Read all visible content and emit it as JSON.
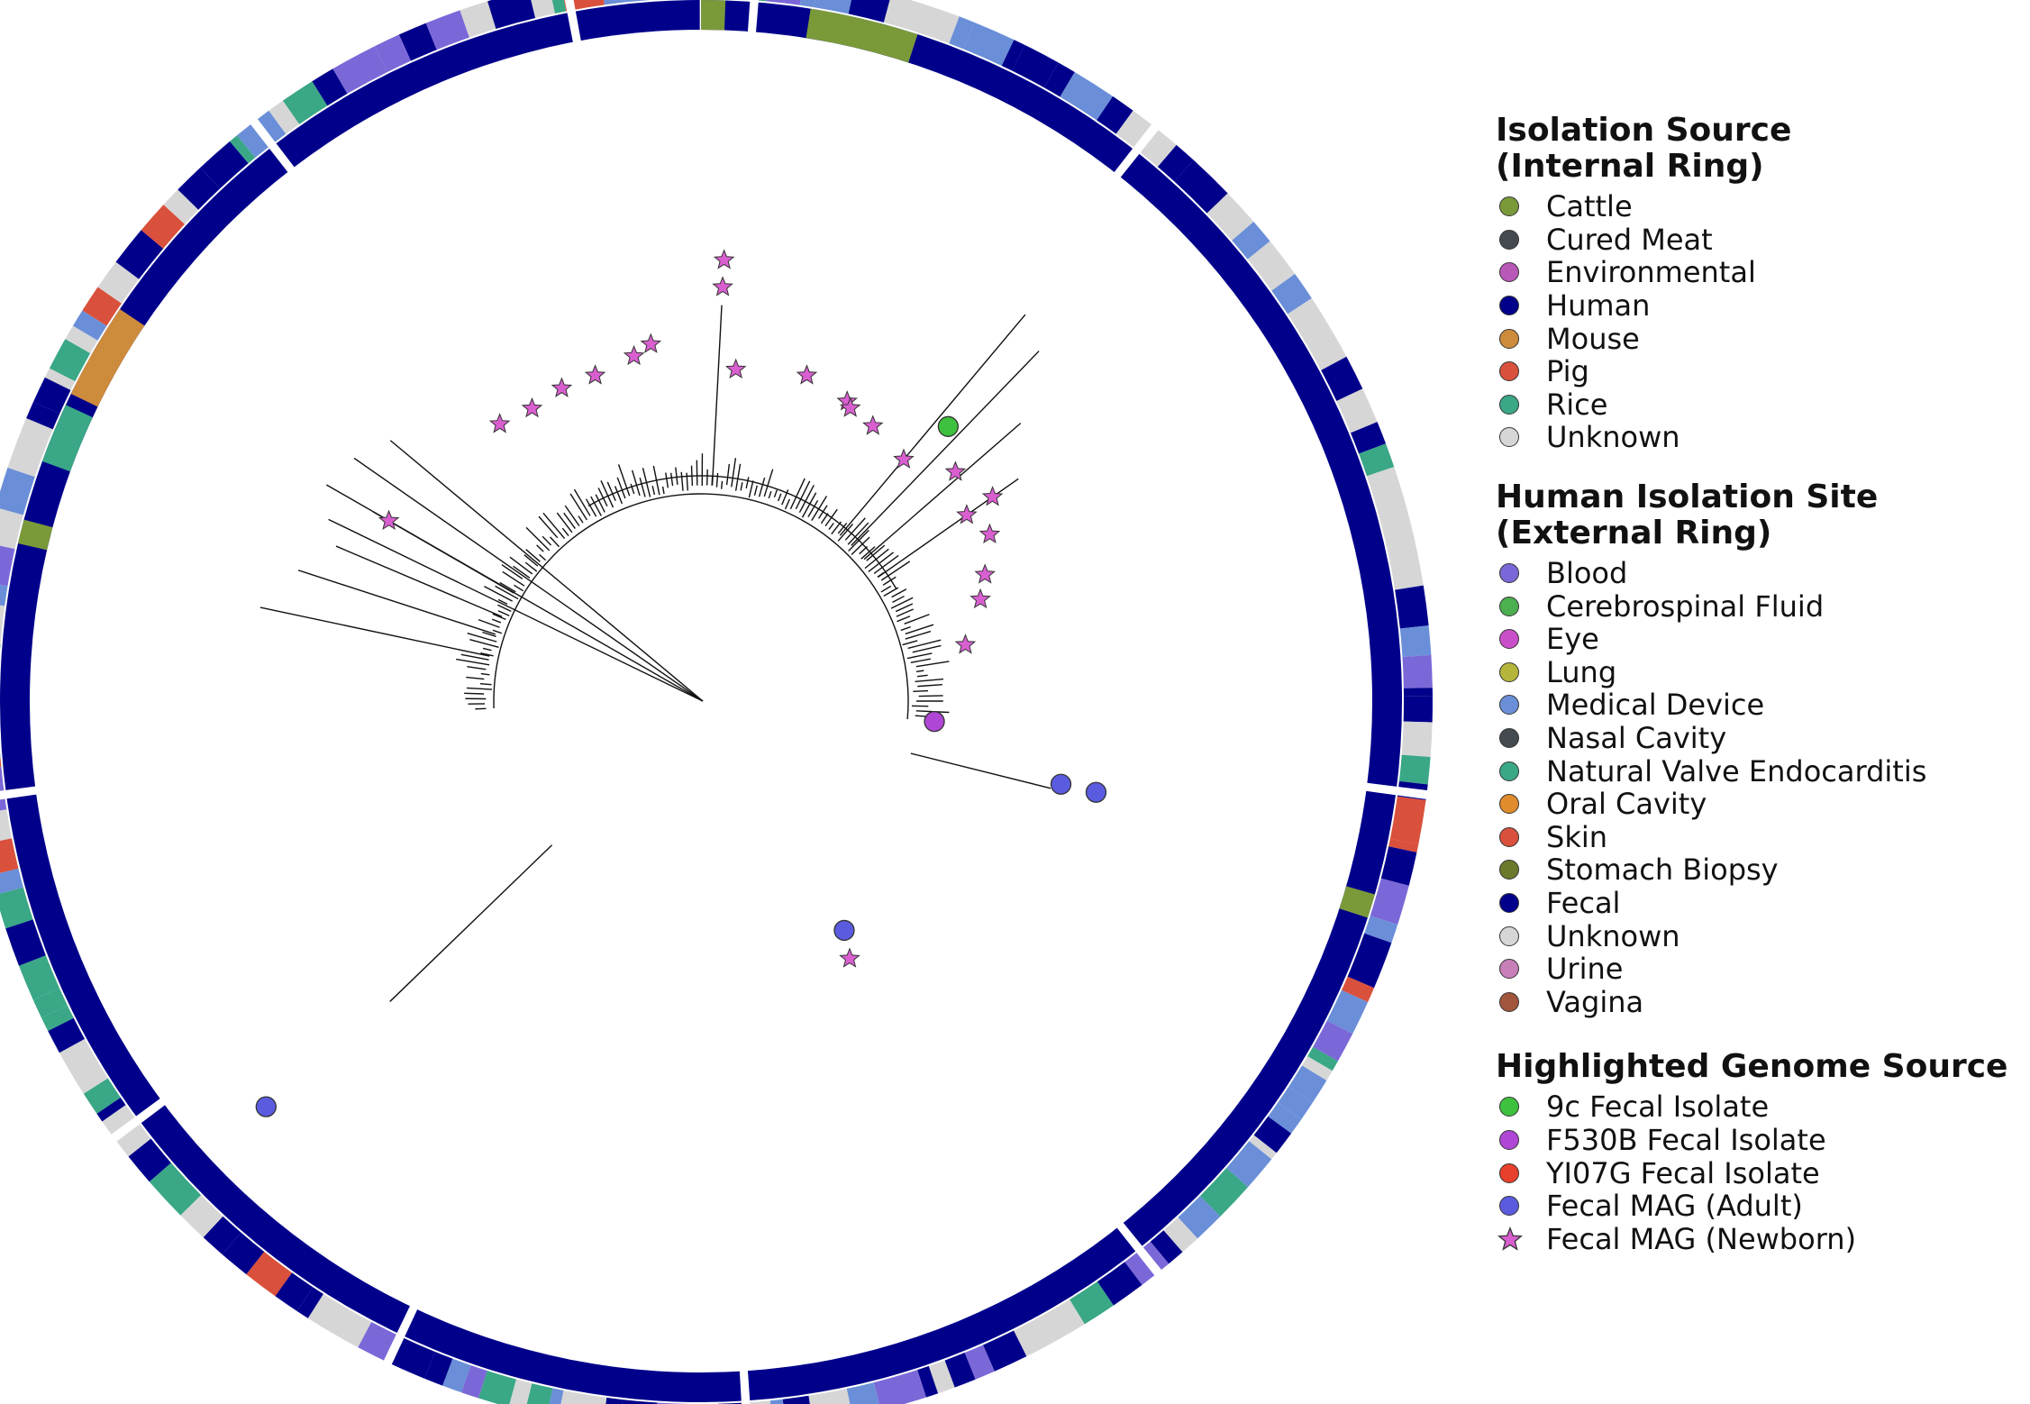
{
  "legend": {
    "isolation_source": {
      "title_line1": "Isolation Source",
      "title_line2": "(Internal Ring)",
      "items": [
        {
          "label": "Cattle",
          "color": "#7a9a3a"
        },
        {
          "label": "Cured Meat",
          "color": "#444a4f"
        },
        {
          "label": "Environmental",
          "color": "#b859b8"
        },
        {
          "label": "Human",
          "color": "#00008b"
        },
        {
          "label": "Mouse",
          "color": "#cd8b3c"
        },
        {
          "label": "Pig",
          "color": "#d9503c"
        },
        {
          "label": "Rice",
          "color": "#3aa787"
        },
        {
          "label": "Unknown",
          "color": "#d6d6d6"
        }
      ]
    },
    "human_site": {
      "title_line1": "Human Isolation Site",
      "title_line2": "(External Ring)",
      "items": [
        {
          "label": "Blood",
          "color": "#7b68d8"
        },
        {
          "label": "Cerebrospinal Fluid",
          "color": "#4caf50"
        },
        {
          "label": "Eye",
          "color": "#c94fc9"
        },
        {
          "label": "Lung",
          "color": "#b5b53c"
        },
        {
          "label": "Medical Device",
          "color": "#6a8fd8"
        },
        {
          "label": "Nasal Cavity",
          "color": "#444a4f"
        },
        {
          "label": "Natural Valve Endocarditis",
          "color": "#3aa787"
        },
        {
          "label": "Oral Cavity",
          "color": "#e08b2c"
        },
        {
          "label": "Skin",
          "color": "#d9503c"
        },
        {
          "label": "Stomach Biopsy",
          "color": "#6b7a2a"
        },
        {
          "label": "Fecal",
          "color": "#00008b"
        },
        {
          "label": "Unknown",
          "color": "#d6d6d6"
        },
        {
          "label": "Urine",
          "color": "#c77fb8"
        },
        {
          "label": "Vagina",
          "color": "#a0553c"
        }
      ]
    },
    "highlighted": {
      "title": "Highlighted Genome Source",
      "items": [
        {
          "label": "9c Fecal Isolate",
          "color": "#3ec13e",
          "marker": "circle"
        },
        {
          "label": "F530B Fecal Isolate",
          "color": "#b046d6",
          "marker": "circle"
        },
        {
          "label": "YI07G Fecal Isolate",
          "color": "#e8402c",
          "marker": "circle"
        },
        {
          "label": "Fecal MAG (Adult)",
          "color": "#5b5be0",
          "marker": "circle"
        },
        {
          "label": "Fecal MAG (Newborn)",
          "color": "#d95fd0",
          "marker": "star"
        }
      ]
    }
  }
}
